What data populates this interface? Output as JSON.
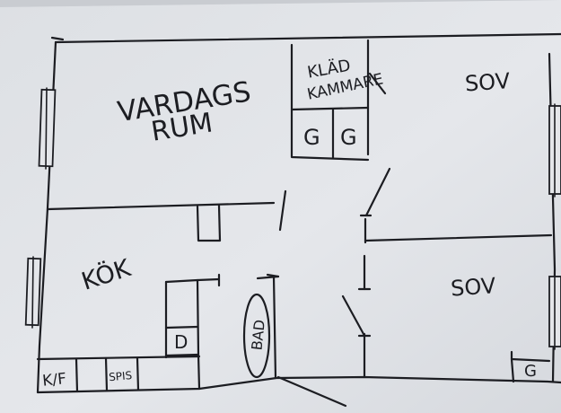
{
  "floor_plan": {
    "rooms": {
      "living_room_line1": "VARDAGS",
      "living_room_line2": "RUM",
      "closet_line1": "KLÄD",
      "closet_line2": "KAMMARE",
      "bedroom_top": "SOV",
      "bedroom_bottom": "SOV",
      "kitchen": "KÖK",
      "bathroom": "BAD"
    },
    "fixtures": {
      "closet_cabinet_left": "G",
      "closet_cabinet_right": "G",
      "bedroom_cabinet": "G",
      "dishwasher": "D",
      "fridge_freezer": "K/F",
      "stove": "SPIS"
    }
  },
  "colors": {
    "paper": "#e4e6ea",
    "ink": "#1c1d22"
  }
}
